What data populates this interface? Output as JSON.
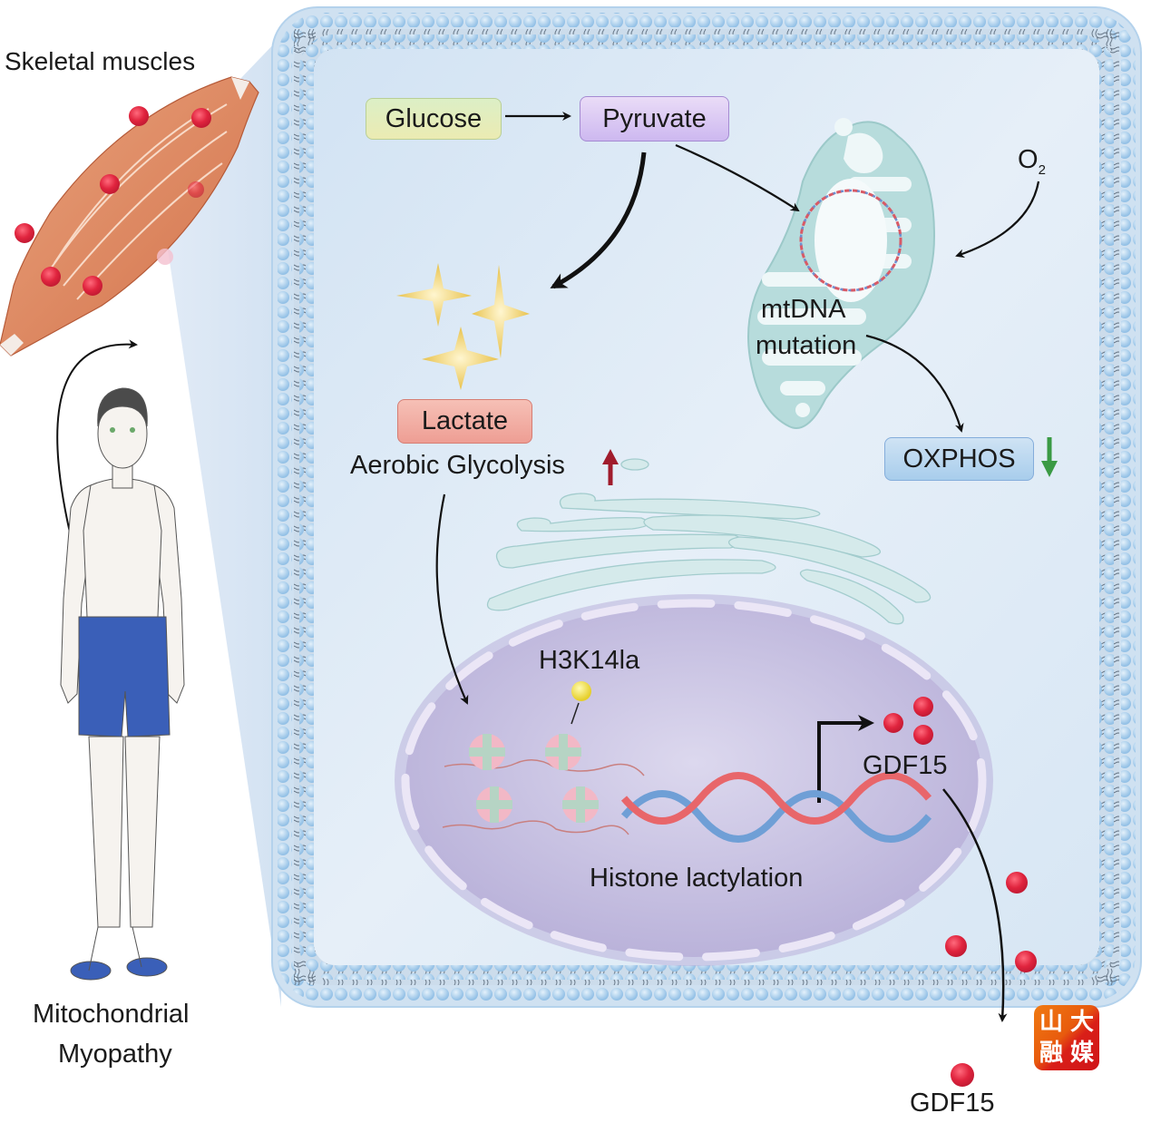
{
  "left_panel": {
    "muscle_label": "Skeletal muscles",
    "disease_label_line1": "Mitochondrial",
    "disease_label_line2": "Myopathy"
  },
  "cell": {
    "glucose": "Glucose",
    "pyruvate": "Pyruvate",
    "o2_main": "O",
    "o2_sub": "2",
    "mtdna_line1": "mtDNA",
    "mtdna_line2": "mutation",
    "oxphos": "OXPHOS",
    "lactate": "Lactate",
    "aerobic_glycolysis": "Aerobic Glycolysis",
    "h3k14la": "H3K14la",
    "gdf15_nucleus": "GDF15",
    "histone_lactylation": "Histone lactylation",
    "gdf15_secreted": "GDF15"
  },
  "indicators": {
    "glycolysis_trend": "up",
    "oxphos_trend": "down"
  },
  "colors": {
    "glucose_box": "#dff0b8",
    "pyruvate_box": "#d9c9f2",
    "lactate_box": "#f2a9a0",
    "oxphos_box": "#b8d6ee",
    "up_arrow": "#a01c2c",
    "down_arrow": "#3a9a44",
    "gdf15_dot": "#e0243e",
    "cell_bg": "#dbe8f5",
    "nucleus": "#c4bedf",
    "membrane_bead": "#a9cdea"
  },
  "watermark": {
    "chars": [
      "山",
      "大",
      "融",
      "媒"
    ]
  }
}
